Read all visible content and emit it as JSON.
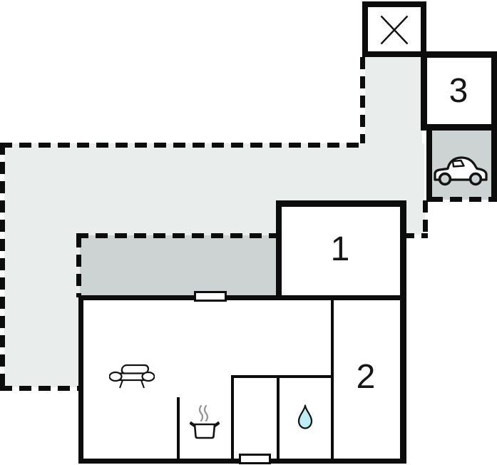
{
  "plan": {
    "type": "floor-plan",
    "rooms": {
      "room1": {
        "label": "1"
      },
      "room2": {
        "label": "2"
      },
      "room3": {
        "label": "3"
      }
    },
    "icons": {
      "annex": "crossed-box-icon",
      "carport": "car-icon",
      "living_area": "sofa-icon",
      "kitchen": "pot-steam-icon",
      "bathroom": "water-drop-icon"
    },
    "colors": {
      "terrace": "#e9edec",
      "covered_area": "#ccd3d2",
      "wall": "#0c0c0c",
      "water": "#bdeef6",
      "steam": "#979797"
    }
  }
}
